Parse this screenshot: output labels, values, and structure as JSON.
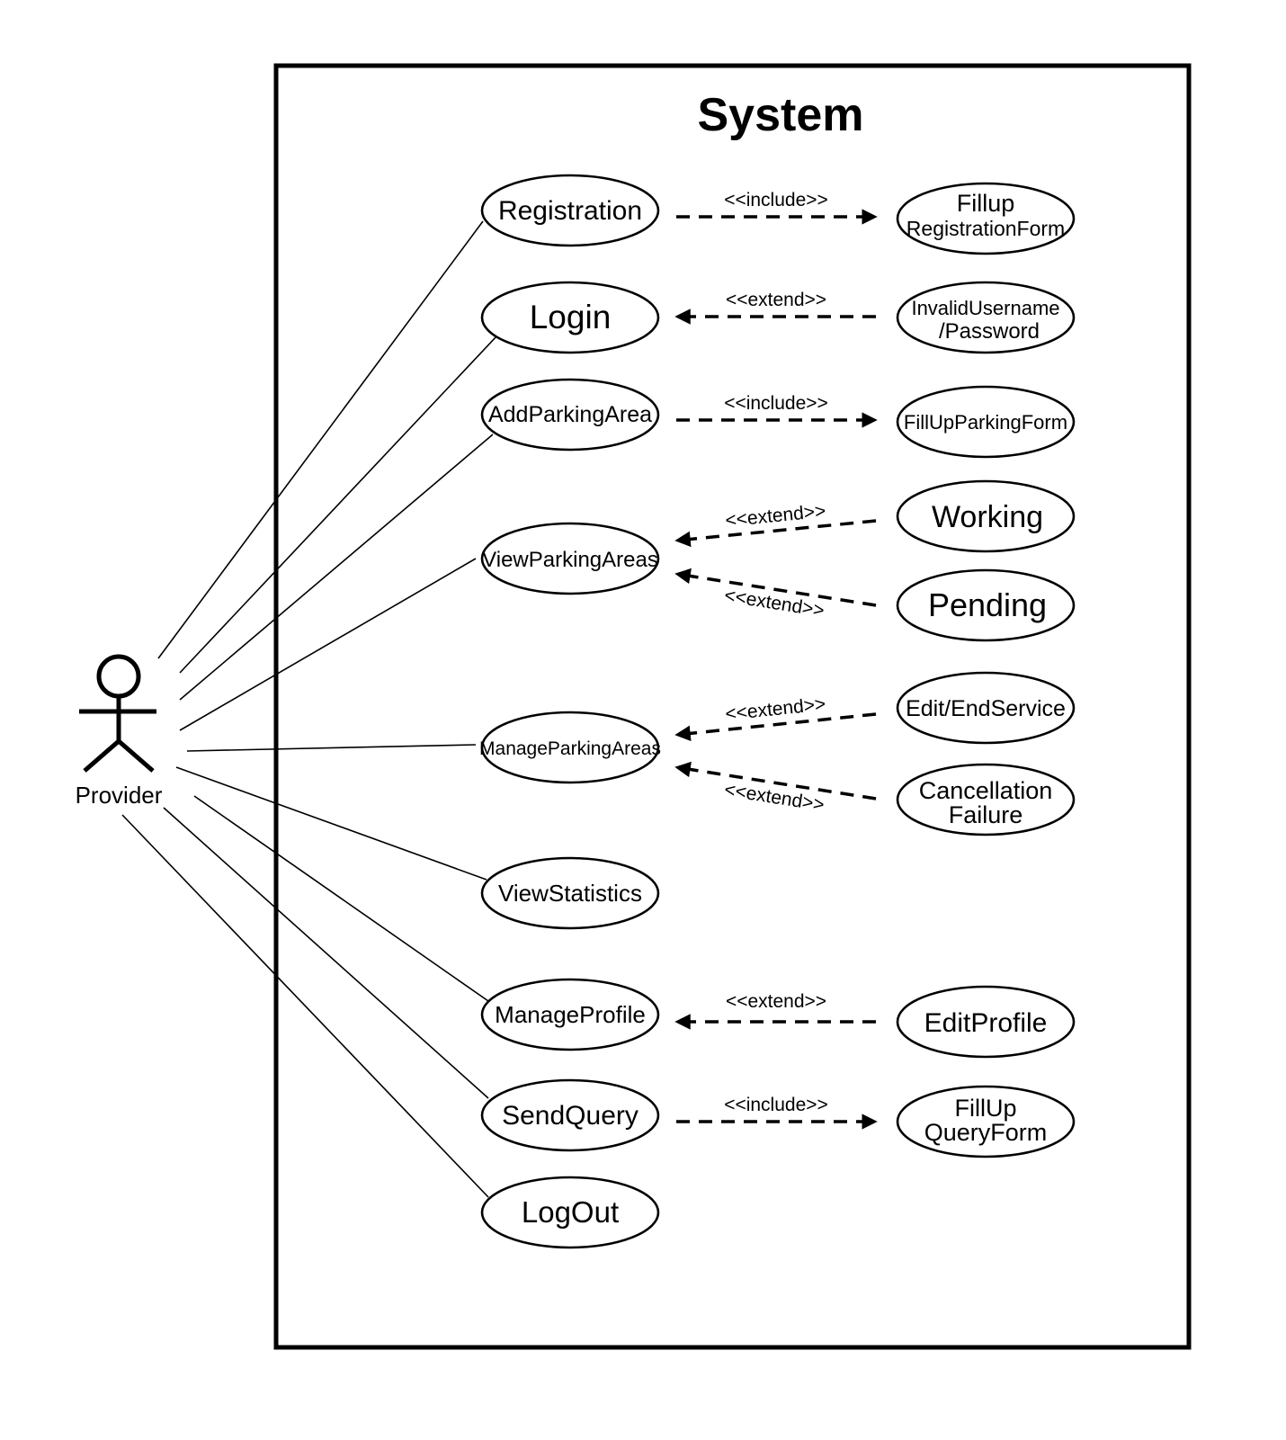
{
  "system": {
    "title": "System"
  },
  "actor": {
    "name": "Provider"
  },
  "use_cases": {
    "registration": "Registration",
    "login": "Login",
    "add_parking_area": "AddParkingArea",
    "view_parking_areas": "ViewParkingAreas",
    "manage_parking_areas": "ManageParkingAreas",
    "view_statistics": "ViewStatistics",
    "manage_profile": "ManageProfile",
    "send_query": "SendQuery",
    "logout": "LogOut"
  },
  "related_use_cases": {
    "fillup_registration_form": [
      "Fillup",
      "RegistrationForm"
    ],
    "invalid_username_password": [
      "InvalidUsername",
      "/Password"
    ],
    "fillup_parking_form": "FillUpParkingForm",
    "working": "Working",
    "pending": "Pending",
    "edit_end_service": "Edit/EndService",
    "cancellation_failure": [
      "Cancellation",
      "Failure"
    ],
    "edit_profile": "EditProfile",
    "fillup_query_form": [
      "FillUp",
      "QueryForm"
    ]
  },
  "relations": {
    "include": "<<include>>",
    "extend": "<<extend>>"
  }
}
